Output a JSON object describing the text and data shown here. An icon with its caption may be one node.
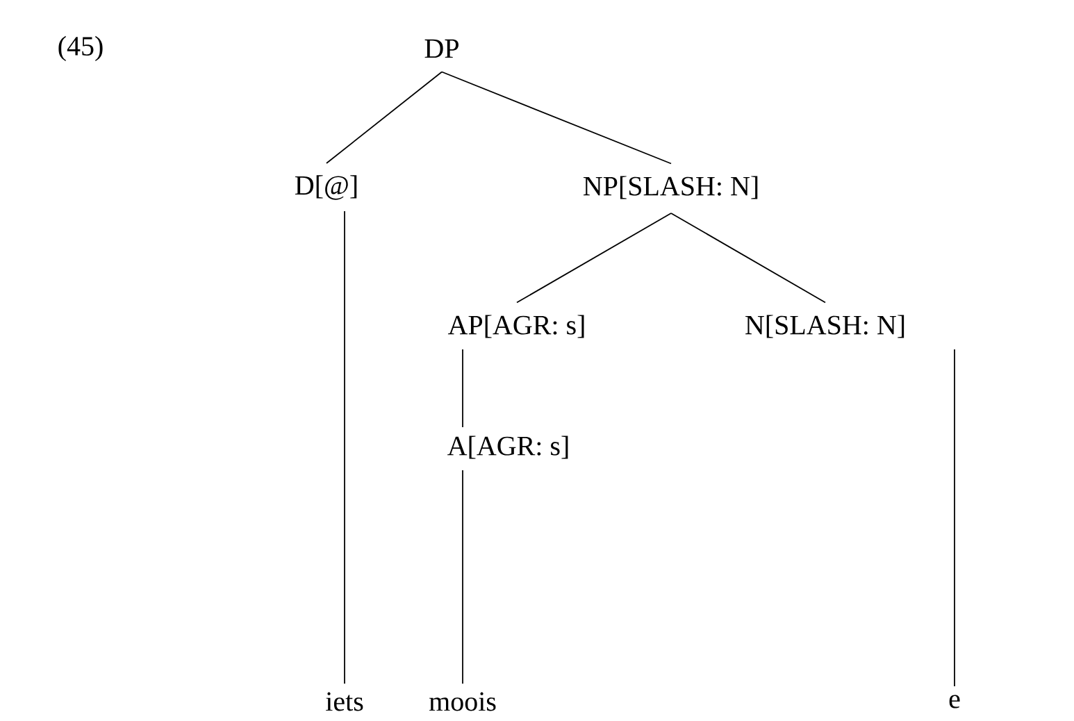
{
  "diagram": {
    "nodes": [
      {
        "text": [
          "DP"
        ]
      },
      {
        "text": [
          "D[@]"
        ]
      },
      {
        "text": [
          "NP[SLASH: N]"
        ]
      },
      {
        "text": [
          "AP[AGR: s]"
        ]
      },
      {
        "text": [
          "N[SLASH: N]"
        ]
      },
      {
        "text": [
          "A[AGR: s]"
        ]
      },
      {
        "text": [
          "iets"
        ]
      },
      {
        "text": [
          "moois"
        ]
      },
      {
        "text": [
          "e"
        ]
      }
    ],
    "edges": [
      {
        "from": 0,
        "to": 1,
        "arrow": "none"
      },
      {
        "from": 0,
        "to": 2,
        "arrow": "none"
      },
      {
        "from": 2,
        "to": 3,
        "arrow": "none"
      },
      {
        "from": 2,
        "to": 4,
        "arrow": "none"
      },
      {
        "from": 1,
        "to": 6,
        "arrow": "none"
      },
      {
        "from": 3,
        "to": 5,
        "arrow": "none"
      },
      {
        "from": 5,
        "to": 7,
        "arrow": "none"
      },
      {
        "from": 4,
        "to": 8,
        "arrow": "none"
      }
    ],
    "labels": [
      "(45)"
    ]
  }
}
